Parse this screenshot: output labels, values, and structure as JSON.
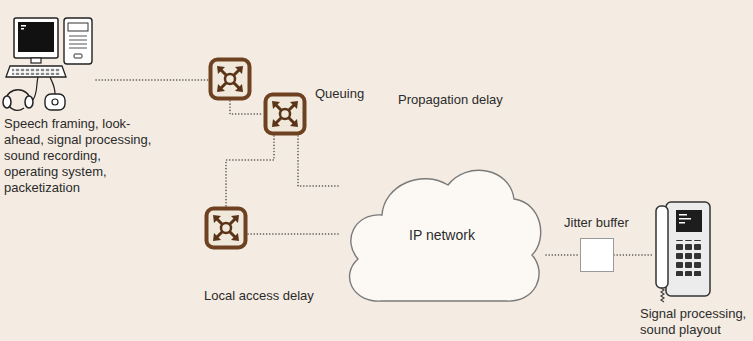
{
  "diagram": {
    "nodes": [
      {
        "text": [
          "Speech framing, look-ahead, signal processing, sound recording, operating system, packetization"
        ]
      },
      {
        "text": [
          "Queuing"
        ]
      },
      {
        "text": [
          "Local access delay"
        ]
      },
      {
        "text": [
          "IP network"
        ]
      },
      {
        "text": [
          "Jitter buffer"
        ]
      },
      {
        "text": [
          "Signal processing, sound playout"
        ]
      }
    ],
    "edges": [
      {
        "from": 0,
        "to": 1,
        "arrow": "none"
      },
      {
        "from": 1,
        "to": 2,
        "arrow": "none"
      },
      {
        "from": 1,
        "to": 3,
        "arrow": "none"
      },
      {
        "from": 2,
        "to": 3,
        "arrow": "none"
      },
      {
        "from": 3,
        "to": 4,
        "arrow": "none"
      },
      {
        "from": 4,
        "to": 5,
        "arrow": "none"
      }
    ],
    "labels": [
      "Propagation delay"
    ]
  }
}
